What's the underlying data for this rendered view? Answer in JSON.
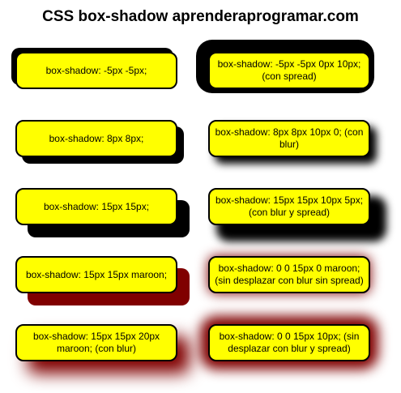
{
  "title": "CSS box-shadow aprenderaprogramar.com",
  "colors": {
    "box_fill": "#ffff00",
    "box_border": "#000000",
    "shadow_black": "#000000",
    "shadow_maroon": "#800000"
  },
  "boxes": {
    "b1": "box-shadow: -5px -5px;",
    "b2": "box-shadow: -5px -5px 0px 10px; (con spread)",
    "b3": "box-shadow: 8px 8px;",
    "b4": "box-shadow: 8px 8px 10px 0; (con blur)",
    "b5": "box-shadow: 15px 15px;",
    "b6": "box-shadow: 15px 15px 10px 5px; (con blur y spread)",
    "b7": "box-shadow: 15px 15px maroon;",
    "b8": "box-shadow: 0 0 15px 0 maroon; (sin desplazar con blur sin spread)",
    "b9": "box-shadow: 15px 15px 20px maroon; (con blur)",
    "b10": "box-shadow: 0 0 15px 10px; (sin desplazar con blur y spread)"
  }
}
